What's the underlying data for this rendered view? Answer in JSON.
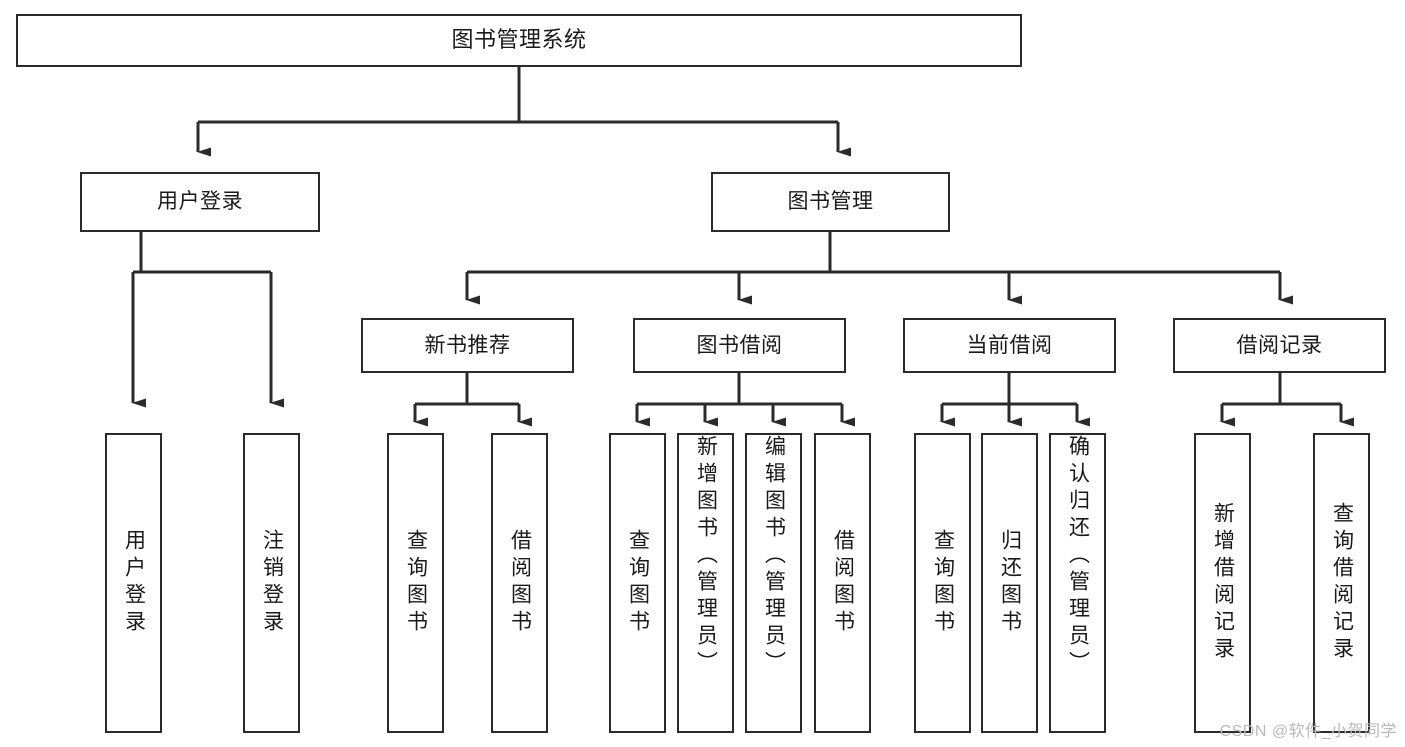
{
  "diagram": {
    "title": "图书管理系统",
    "type": "tree",
    "watermark": "CSDN @软件_小贺同学",
    "colors": {
      "stroke": "#2b2b2b",
      "fill": "#ffffff",
      "text": "#1a1a1a",
      "watermark": "#b9b9b9"
    },
    "levels": {
      "root": {
        "label": "图书管理系统"
      },
      "level2": [
        {
          "id": "user-login",
          "label": "用户登录"
        },
        {
          "id": "book-management",
          "label": "图书管理"
        }
      ],
      "level3": [
        {
          "id": "new-book-recommend",
          "label": "新书推荐",
          "parent": "book-management"
        },
        {
          "id": "book-borrow",
          "label": "图书借阅",
          "parent": "book-management"
        },
        {
          "id": "current-borrow",
          "label": "当前借阅",
          "parent": "book-management"
        },
        {
          "id": "borrow-record",
          "label": "借阅记录",
          "parent": "book-management"
        }
      ],
      "leaves": [
        {
          "id": "leaf-user-login",
          "label": "用户登录",
          "parent": "user-login"
        },
        {
          "id": "leaf-user-logout",
          "label": "注销登录",
          "parent": "user-login"
        },
        {
          "id": "leaf-query-book-1",
          "label": "查询图书",
          "parent": "new-book-recommend"
        },
        {
          "id": "leaf-borrow-book-1",
          "label": "借阅图书",
          "parent": "new-book-recommend"
        },
        {
          "id": "leaf-query-book-2",
          "label": "查询图书",
          "parent": "book-borrow"
        },
        {
          "id": "leaf-add-book",
          "label": "新增图书（管理员）",
          "parent": "book-borrow"
        },
        {
          "id": "leaf-edit-book",
          "label": "编辑图书（管理员）",
          "parent": "book-borrow"
        },
        {
          "id": "leaf-borrow-book-2",
          "label": "借阅图书",
          "parent": "book-borrow"
        },
        {
          "id": "leaf-query-book-3",
          "label": "查询图书",
          "parent": "current-borrow"
        },
        {
          "id": "leaf-return-book",
          "label": "归还图书",
          "parent": "current-borrow"
        },
        {
          "id": "leaf-confirm-return",
          "label": "确认归还（管理员）",
          "parent": "current-borrow"
        },
        {
          "id": "leaf-add-record",
          "label": "新增借阅记录",
          "parent": "borrow-record"
        },
        {
          "id": "leaf-query-record",
          "label": "查询借阅记录",
          "parent": "borrow-record"
        }
      ]
    }
  }
}
